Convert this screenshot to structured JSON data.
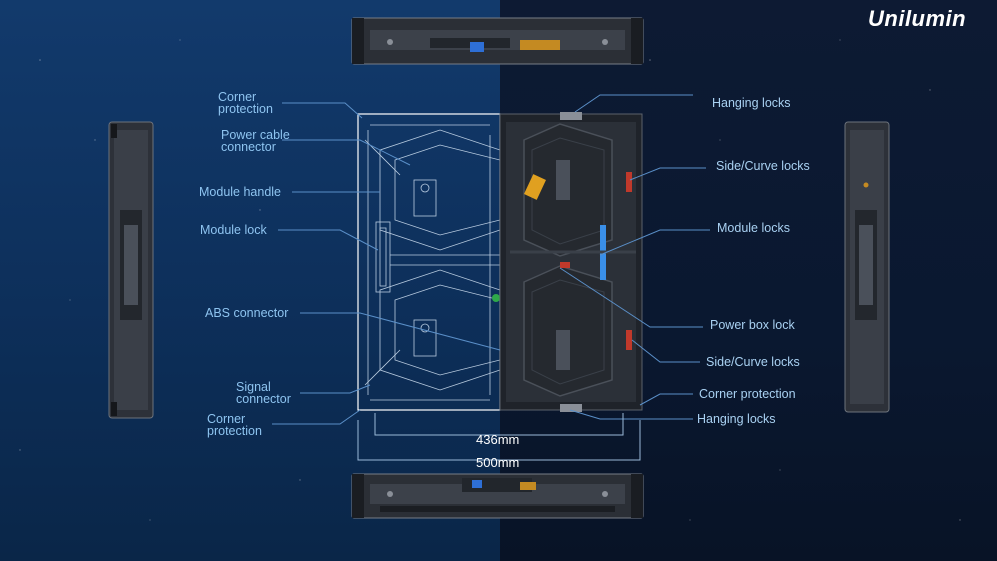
{
  "brand": {
    "logo_text": "Unilumin"
  },
  "colors": {
    "left_bg": "#0d2f5a",
    "right_bg": "#0a1830",
    "label": "#8ec4f0",
    "leader_line": "#5a8fc8",
    "dimension_text": "#ffffff"
  },
  "left_labels": {
    "corner_protection_top": "Corner\nprotection",
    "power_cable_connector": "Power cable\nconnector",
    "module_handle": "Module handle",
    "module_lock": "Module lock",
    "abs_connector": "ABS connector",
    "signal_connector": "Signal\nconnector",
    "corner_protection_bottom": "Corner\nprotection"
  },
  "right_labels": {
    "hanging_locks_top": "Hanging locks",
    "side_curve_locks_top": "Side/Curve locks",
    "module_locks": "Module locks",
    "power_box_lock": "Power box lock",
    "side_curve_locks_bottom": "Side/Curve locks",
    "corner_protection": "Corner protection",
    "hanging_locks_bottom": "Hanging locks"
  },
  "dimensions": {
    "inner_width": "436mm",
    "outer_width": "500mm"
  },
  "icons": [
    "cabinet-front-view-icon",
    "cabinet-top-view-icon",
    "cabinet-bottom-view-icon",
    "cabinet-left-side-view-icon",
    "cabinet-right-side-view-icon"
  ]
}
